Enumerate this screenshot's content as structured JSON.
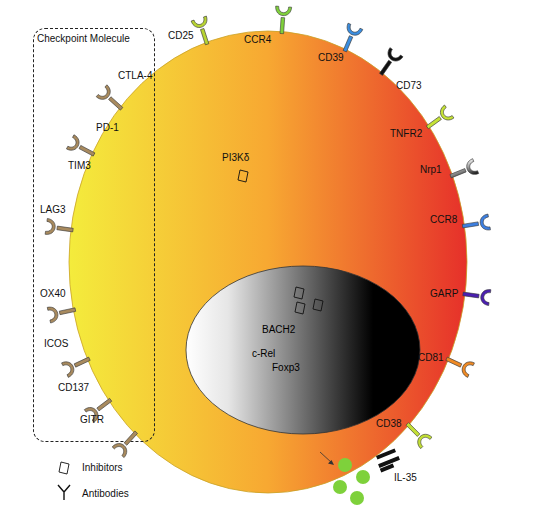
{
  "diagram": {
    "nodes": [
      {
        "text": [
          "Checkpoint Molecule"
        ]
      },
      {
        "text": [
          "PI3Kδ"
        ]
      },
      {
        "text": [
          "BACH2",
          "c-Rel",
          "Foxp3"
        ],
        "in": 1
      }
    ],
    "labels": [
      "CTLA-4",
      "PD-1",
      "TIM3",
      "LAG3",
      "OX40",
      "ICOS",
      "CD137",
      "GITR",
      "CD25",
      "CCR4",
      "CD39",
      "CD73",
      "TNFR2",
      "Nrp1",
      "CCR8",
      "GARP",
      "CD81",
      "CD38",
      "IL-35"
    ],
    "legend": [
      {
        "text": "Inhibitors"
      },
      {
        "text": "Antibodies"
      }
    ]
  }
}
